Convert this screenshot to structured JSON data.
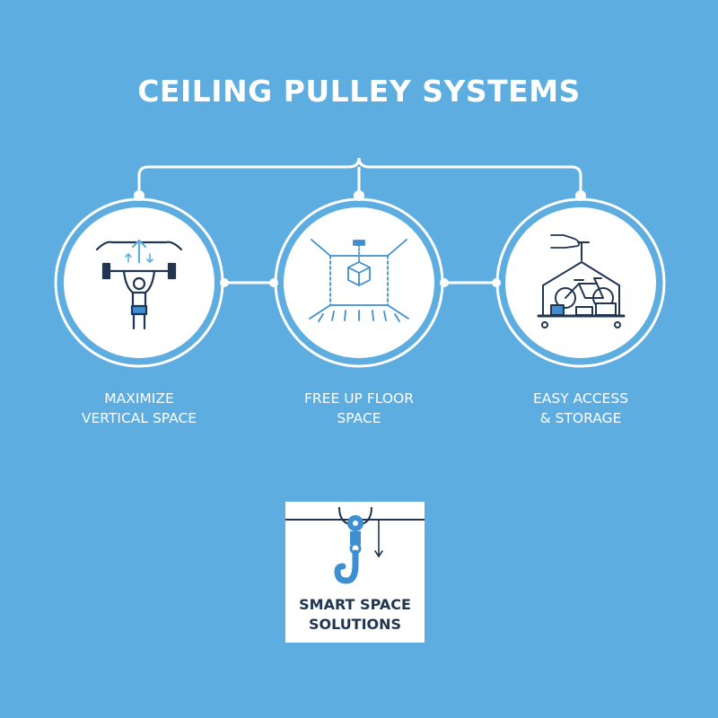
{
  "title": "CEILING PULLEY SYSTEMS",
  "features": [
    {
      "line1": "MAXIMIZE",
      "line2": "VERTICAL SPACE",
      "icon": "weightlifter-icon"
    },
    {
      "line1": "FREE UP FLOOR",
      "line2": "SPACE",
      "icon": "ceiling-box-icon"
    },
    {
      "line1": "EASY ACCESS",
      "line2": "& STORAGE",
      "icon": "bike-storage-platform-icon"
    }
  ],
  "logo": {
    "line1": "SMART SPACE",
    "line2": "SOLUTIONS",
    "icon": "pulley-hook-icon"
  },
  "colors": {
    "background": "#5dade0",
    "line": "#ffffff",
    "icon_dark": "#1f3550",
    "icon_accent": "#3d8fd1"
  }
}
